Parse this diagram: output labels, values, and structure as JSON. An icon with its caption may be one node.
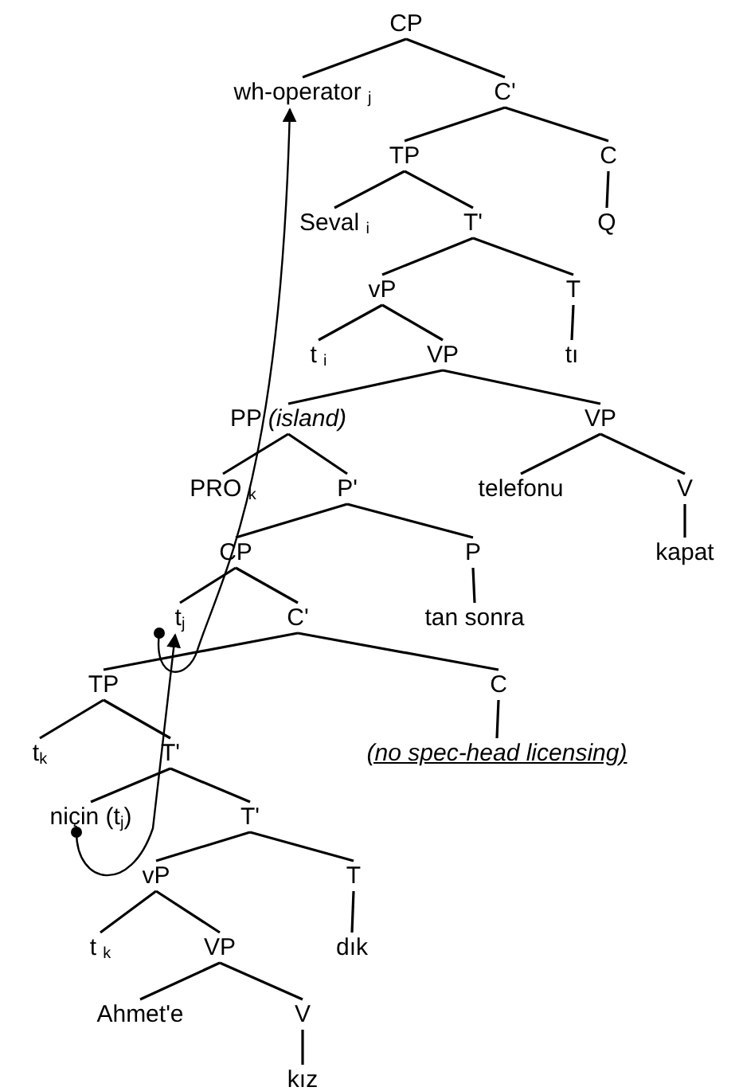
{
  "diagram": {
    "nodes": [
      {
        "text": [
          "CP"
        ]
      },
      {
        "text": [
          "wh-operator $_{j}$"
        ]
      },
      {
        "text": [
          "C'"
        ]
      },
      {
        "text": [
          "TP"
        ]
      },
      {
        "text": [
          "C"
        ]
      },
      {
        "text": [
          "Seval $_{i}$"
        ]
      },
      {
        "text": [
          "T'"
        ]
      },
      {
        "text": [
          "Q"
        ]
      },
      {
        "text": [
          "vP"
        ]
      },
      {
        "text": [
          "T"
        ]
      },
      {
        "text": [
          "t $_{i}$"
        ]
      },
      {
        "text": [
          "VP"
        ]
      },
      {
        "text": [
          "tı"
        ]
      },
      {
        "text": [
          "PP *(island)*"
        ]
      },
      {
        "text": [
          "VP"
        ]
      },
      {
        "text": [
          "PRO $_{k}$"
        ]
      },
      {
        "text": [
          "P'"
        ]
      },
      {
        "text": [
          "telefonu"
        ]
      },
      {
        "text": [
          "V"
        ]
      },
      {
        "text": [
          "CP"
        ]
      },
      {
        "text": [
          "P"
        ]
      },
      {
        "text": [
          "kapat"
        ]
      },
      {
        "text": [
          "t$_{j}$"
        ]
      },
      {
        "text": [
          "C'"
        ]
      },
      {
        "text": [
          "tan sonra"
        ]
      },
      {
        "text": [
          "TP"
        ]
      },
      {
        "text": [
          "C"
        ]
      },
      {
        "text": [
          "t$_{k}$"
        ]
      },
      {
        "text": [
          "T'"
        ]
      },
      {
        "text": [
          "(no spec-head licensing)"
        ]
      },
      {
        "text": [
          "niçin (t$_{j}$)"
        ]
      },
      {
        "text": [
          "T'"
        ]
      },
      {
        "text": [
          "vP"
        ]
      },
      {
        "text": [
          "T"
        ]
      },
      {
        "text": [
          "t $_{k}$"
        ]
      },
      {
        "text": [
          "VP"
        ]
      },
      {
        "text": [
          "dık"
        ]
      },
      {
        "text": [
          "Ahmet'e"
        ]
      },
      {
        "text": [
          "V"
        ]
      },
      {
        "text": [
          "kız"
        ]
      }
    ],
    "edges": [
      {
        "from": 0,
        "to": 1,
        "arrow": "none"
      },
      {
        "from": 0,
        "to": 2,
        "arrow": "none"
      },
      {
        "from": 2,
        "to": 3,
        "arrow": "none"
      },
      {
        "from": 2,
        "to": 4,
        "arrow": "none"
      },
      {
        "from": 3,
        "to": 5,
        "arrow": "none"
      },
      {
        "from": 3,
        "to": 6,
        "arrow": "none"
      },
      {
        "from": 4,
        "to": 7,
        "arrow": "none"
      },
      {
        "from": 6,
        "to": 8,
        "arrow": "none"
      },
      {
        "from": 6,
        "to": 9,
        "arrow": "none"
      },
      {
        "from": 8,
        "to": 10,
        "arrow": "none"
      },
      {
        "from": 8,
        "to": 11,
        "arrow": "none"
      },
      {
        "from": 9,
        "to": 12,
        "arrow": "none"
      },
      {
        "from": 11,
        "to": 13,
        "arrow": "none"
      },
      {
        "from": 11,
        "to": 14,
        "arrow": "none"
      },
      {
        "from": 13,
        "to": 15,
        "arrow": "none"
      },
      {
        "from": 13,
        "to": 16,
        "arrow": "none"
      },
      {
        "from": 14,
        "to": 17,
        "arrow": "none"
      },
      {
        "from": 14,
        "to": 18,
        "arrow": "none"
      },
      {
        "from": 16,
        "to": 19,
        "arrow": "none"
      },
      {
        "from": 16,
        "to": 20,
        "arrow": "none"
      },
      {
        "from": 18,
        "to": 21,
        "arrow": "none"
      },
      {
        "from": 19,
        "to": 22,
        "arrow": "none"
      },
      {
        "from": 19,
        "to": 23,
        "arrow": "none"
      },
      {
        "from": 20,
        "to": 24,
        "arrow": "none"
      },
      {
        "from": 23,
        "to": 25,
        "arrow": "none"
      },
      {
        "from": 23,
        "to": 26,
        "arrow": "none"
      },
      {
        "from": 25,
        "to": 27,
        "arrow": "none"
      },
      {
        "from": 25,
        "to": 28,
        "arrow": "none"
      },
      {
        "from": 26,
        "to": 29,
        "arrow": "none"
      },
      {
        "from": 28,
        "to": 30,
        "arrow": "none"
      },
      {
        "from": 28,
        "to": 31,
        "arrow": "none"
      },
      {
        "from": 31,
        "to": 32,
        "arrow": "none"
      },
      {
        "from": 31,
        "to": 33,
        "arrow": "none"
      },
      {
        "from": 32,
        "to": 34,
        "arrow": "none"
      },
      {
        "from": 32,
        "to": 35,
        "arrow": "none"
      },
      {
        "from": 33,
        "to": 36,
        "arrow": "none"
      },
      {
        "from": 35,
        "to": 37,
        "arrow": "none"
      },
      {
        "from": 35,
        "to": 38,
        "arrow": "none"
      },
      {
        "from": 38,
        "to": 39,
        "arrow": "none"
      },
      {
        "from": 30,
        "to": 22,
        "arrow": "to"
      },
      {
        "from": 22,
        "to": 1,
        "arrow": "to"
      }
    ]
  }
}
